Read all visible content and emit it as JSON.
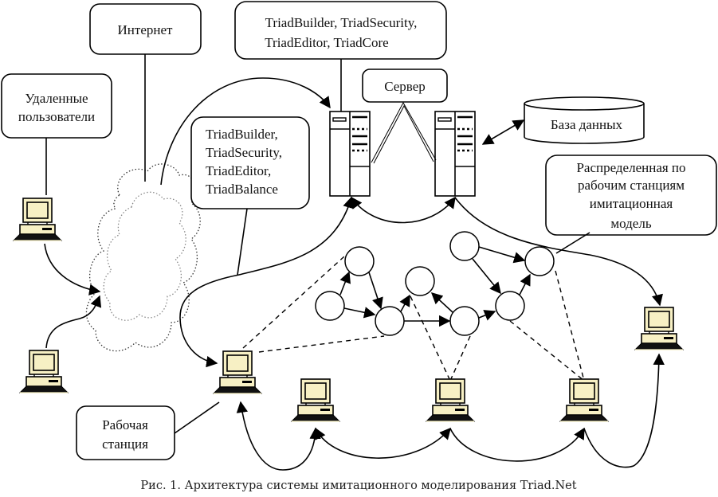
{
  "labels": {
    "internet": "Интернет",
    "remote_users": [
      "Удаленные",
      "пользователи"
    ],
    "server_modules": [
      "TriadBuilder, TriadSecurity,",
      "TriadEditor, TriadCore"
    ],
    "server": "Сервер",
    "database": "База данных",
    "client_modules": [
      "TriadBuilder,",
      "TriadSecurity,",
      "TriadEditor,",
      "TriadBalance"
    ],
    "distributed_model": [
      "Распределенная по",
      "рабочим станциям",
      "имитационная",
      "модель"
    ],
    "workstation": [
      "Рабочая",
      "станция"
    ]
  },
  "caption": "Рис. 1. Архитектура системы имитационного моделирования Triad.Net",
  "colors": {
    "computer_fill": "#f7f0c4",
    "stroke": "#000000"
  }
}
